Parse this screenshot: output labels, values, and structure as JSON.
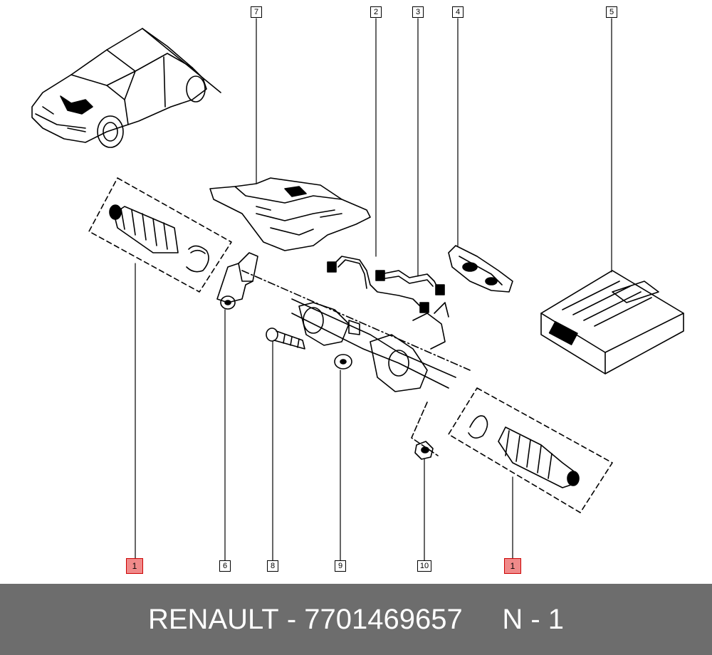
{
  "callouts": {
    "c1_left": "1",
    "c6": "6",
    "c8": "8",
    "c9": "9",
    "c10": "10",
    "c1_right": "1",
    "c7": "7",
    "c2": "2",
    "c3": "3",
    "c4": "4",
    "c5": "5"
  },
  "highlight_color": "#f08a8a",
  "footer": {
    "brand": "RENAULT",
    "separator": " - ",
    "part_number": "7701469657",
    "gap": "     ",
    "ref": "N - 1",
    "background": "#6d6d6d"
  }
}
